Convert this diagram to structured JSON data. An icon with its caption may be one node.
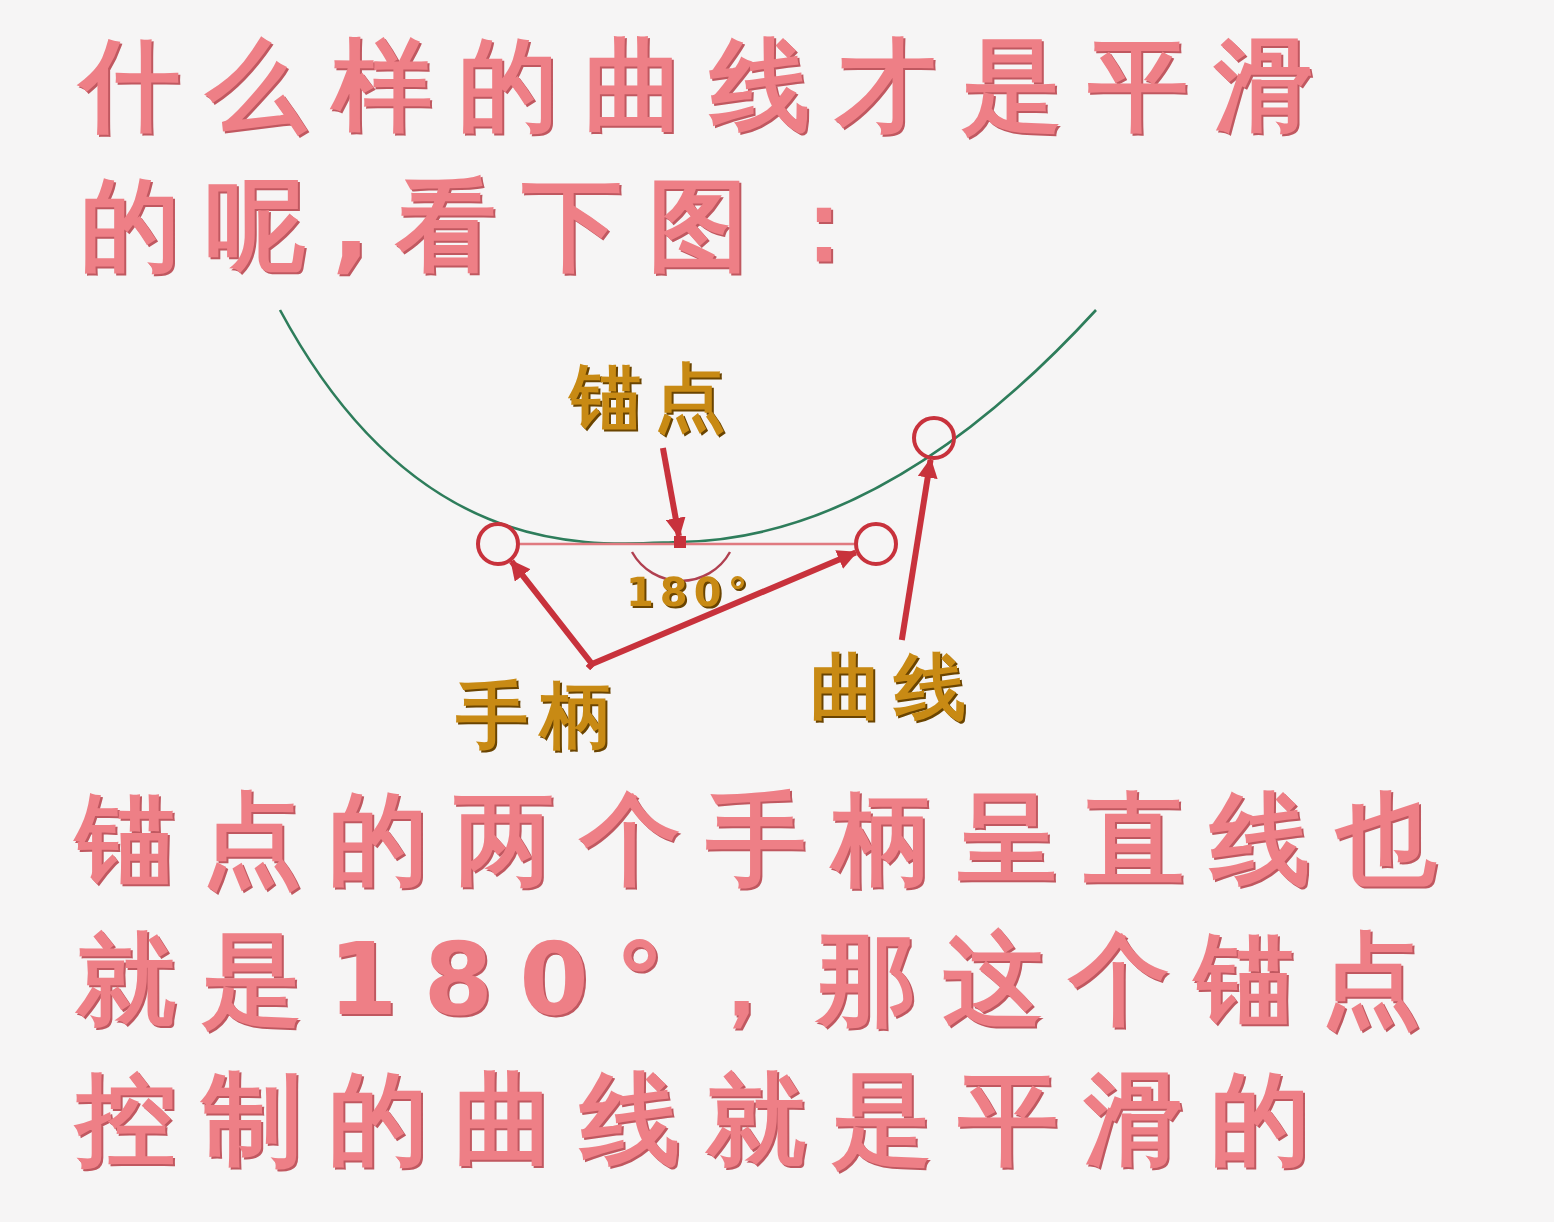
{
  "diagram": {
    "title": "什么样的曲线才是平滑的呢,看下图：",
    "caption": "锚点的两个手柄呈直线也就是180°，那这个锚点控制的曲线就是平滑的",
    "nodes": [
      {
        "text": [
          "锚点"
        ]
      },
      {
        "text": [],
        "shape": "box"
      },
      {
        "text": [],
        "shape": "circle"
      },
      {
        "text": [],
        "shape": "circle"
      },
      {
        "text": [
          "手柄"
        ]
      },
      {
        "text": [
          "曲线"
        ]
      },
      {
        "text": [],
        "shape": "circle"
      }
    ],
    "edges": [
      {
        "from": 0,
        "to": 1,
        "arrow": "to"
      },
      {
        "from": 2,
        "to": 3,
        "arrow": "none",
        "color": "#e07a80"
      },
      {
        "from": 4,
        "to": 2,
        "arrow": "to"
      },
      {
        "from": 4,
        "to": 3,
        "arrow": "to"
      },
      {
        "from": 5,
        "to": 6,
        "arrow": "to"
      }
    ],
    "labels": [
      "180°"
    ]
  }
}
